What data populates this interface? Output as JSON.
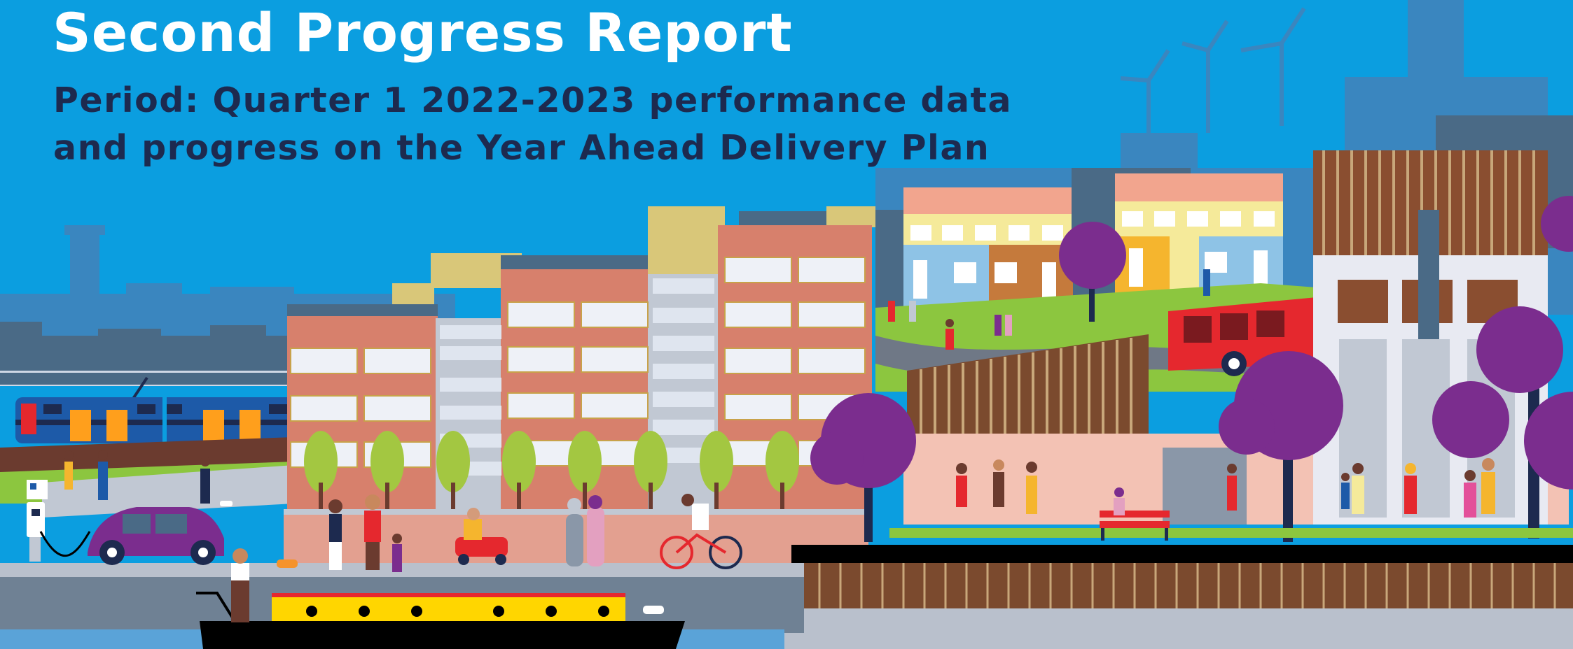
{
  "report": {
    "title": "Second Progress Report",
    "subtitle_line1": "Period: Quarter 1 2022-2023 performance data",
    "subtitle_line2": "and progress on the Year Ahead Delivery Plan"
  },
  "colors": {
    "sky": "#0b9ee0",
    "skyline_far": "#3a86bf",
    "skyline_near": "#4a6a86",
    "subtitle_text": "#1d2a4f",
    "brick": "#d7806c",
    "lawn": "#8cc63f",
    "tree_purple": "#7b2d8e",
    "tree_green": "#a3c741",
    "bus_red": "#e5282e",
    "boat_yellow": "#ffd600",
    "canal_water": "#5aa3d8"
  },
  "icons": [
    "charging-point-icon",
    "parking-sign-icon"
  ]
}
